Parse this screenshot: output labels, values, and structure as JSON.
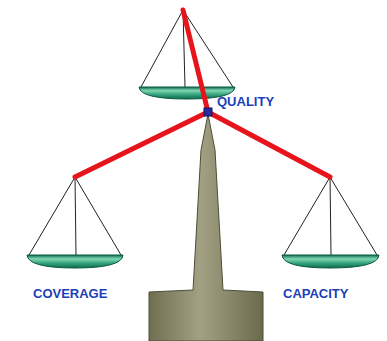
{
  "diagram": {
    "labels": [
      "QUALITY",
      "COVERAGE",
      "CAPACITY"
    ]
  }
}
